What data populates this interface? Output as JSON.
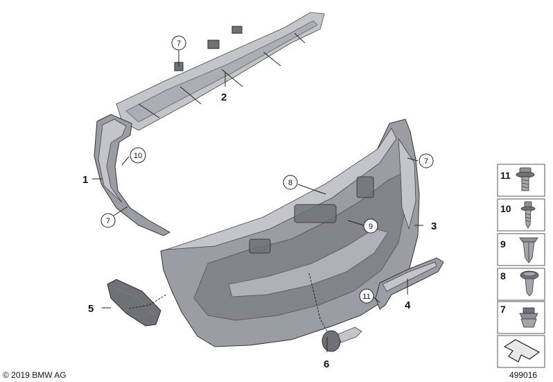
{
  "callouts": {
    "p1": "1",
    "p2": "2",
    "p3": "3",
    "p4": "4",
    "p5": "5",
    "p6": "6",
    "c7a": "7",
    "c7b": "7",
    "c7c": "7",
    "c8": "8",
    "c9": "9",
    "c10": "10",
    "c11": "11"
  },
  "legend": [
    {
      "number": "11",
      "icon": "flange-bolt-icon"
    },
    {
      "number": "10",
      "icon": "screw-icon"
    },
    {
      "number": "9",
      "icon": "spreading-clip-icon"
    },
    {
      "number": "8",
      "icon": "trim-rivet-icon"
    },
    {
      "number": "7",
      "icon": "expansion-nut-icon"
    },
    {
      "number": "",
      "icon": "small-parts-arrow-icon"
    }
  ],
  "footer": {
    "copyright": "© 2019 BMW AG",
    "diagram_number": "499016"
  }
}
